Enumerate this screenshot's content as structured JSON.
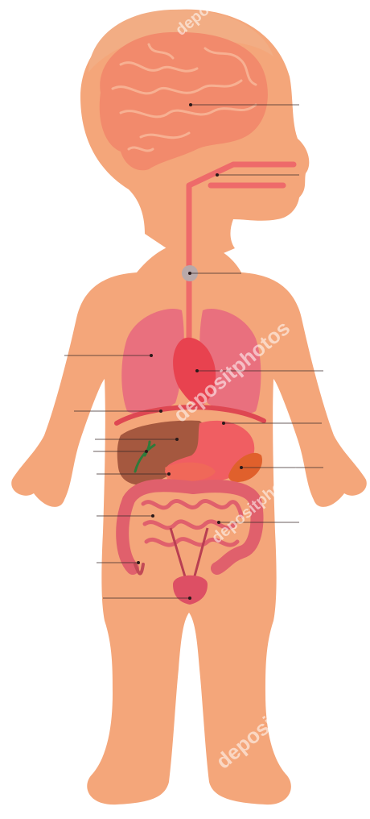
{
  "colors": {
    "skin": "#f4a67a",
    "hair": "#f2ad84",
    "brain": "#f28a6c",
    "brain_fold": "#f7b092",
    "trachea": "#ee6a6a",
    "lungs": "#e9707e",
    "heart": "#e8424f",
    "diaphragm": "#de4752",
    "liver": "#a5583f",
    "stomach": "#f05e62",
    "spleen": "#e0602c",
    "intestines": "#e0606c",
    "bladder": "#dd4f64",
    "label_line": "#3a2a2a"
  },
  "watermarks": [
    "depositphotos",
    "depositphotos",
    "depositphotos",
    "depositphotos"
  ],
  "diagram": {
    "label_lines": [
      {
        "organ": "brain"
      },
      {
        "organ": "throat"
      },
      {
        "organ": "larynx"
      },
      {
        "organ": "lung"
      },
      {
        "organ": "heart"
      },
      {
        "organ": "diaphragm"
      },
      {
        "organ": "liver"
      },
      {
        "organ": "stomach"
      },
      {
        "organ": "gallbladder"
      },
      {
        "organ": "spleen"
      },
      {
        "organ": "pancreas"
      },
      {
        "organ": "small-intestine"
      },
      {
        "organ": "large-intestine"
      },
      {
        "organ": "appendix"
      },
      {
        "organ": "bladder"
      }
    ]
  }
}
